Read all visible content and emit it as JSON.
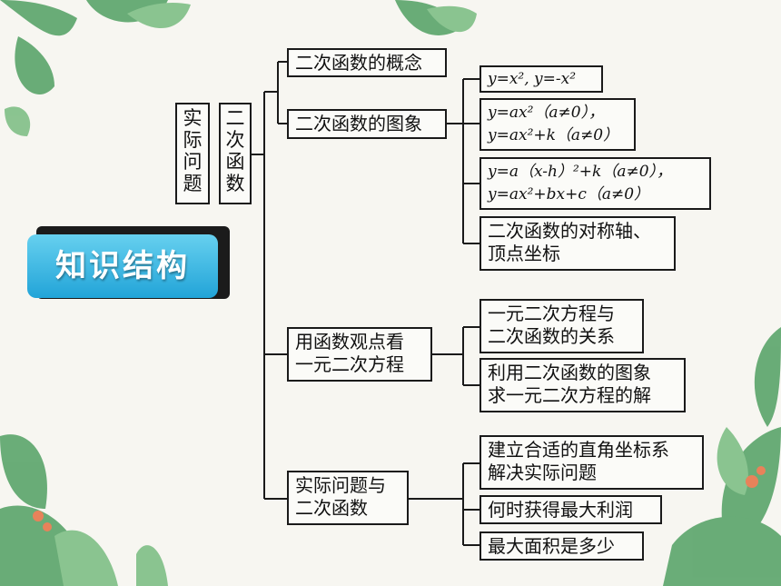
{
  "title": "知识结构",
  "root": {
    "left": [
      "实",
      "际",
      "问",
      "题"
    ],
    "right": [
      "二",
      "次",
      "函",
      "数"
    ]
  },
  "branches": {
    "concept": "二次函数的概念",
    "graph": "二次函数的图象",
    "equation": [
      "用函数观点看",
      "一元二次方程"
    ],
    "practical": [
      "实际问题与",
      "二次函数"
    ]
  },
  "leaves": {
    "formula1": "y=x², y=-x²",
    "formula2": [
      "y=ax²（a≠0），",
      "y=ax²+k（a≠0）"
    ],
    "formula3": [
      "y=a（x-h）²+k（a≠0），",
      "y=ax²+bx+c（a≠0）"
    ],
    "axis": [
      "二次函数的对称轴、",
      "顶点坐标"
    ],
    "relation": [
      "一元二次方程与",
      "二次函数的关系"
    ],
    "solve": [
      "利用二次函数的图象",
      "求一元二次方程的解"
    ],
    "coordinate": [
      "建立合适的直角坐标系",
      "解决实际问题"
    ],
    "profit": "何时获得最大利润",
    "area": "最大面积是多少"
  },
  "colors": {
    "title_top": "#66d0ef",
    "title_bottom": "#22a4d8",
    "leaf": "#5aa56a",
    "line": "#1a1a1a"
  }
}
